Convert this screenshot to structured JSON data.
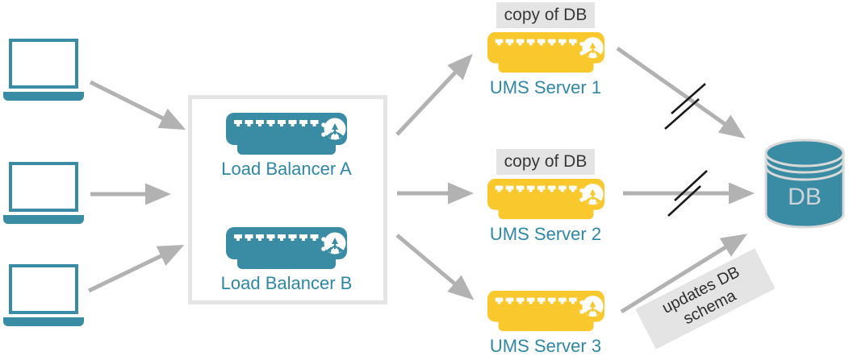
{
  "colors": {
    "teal": "#3a8ba4",
    "teal-text": "#2e87a6",
    "yellow": "#f9c82c",
    "arrow": "#b2b2b2",
    "slash": "#1a1a1a",
    "box-border": "#e5e5e5",
    "badge-bg": "#e4e4e4",
    "badge-text": "#383838",
    "db-stroke": "#d9d9d9",
    "db-text": "#ccd4d8"
  },
  "load_balancer_box": {
    "nodes": [
      {
        "icon": "load-balancer-server-icon",
        "label": "Load Balancer A"
      },
      {
        "icon": "load-balancer-server-icon",
        "label": "Load Balancer B"
      }
    ]
  },
  "ums_servers": [
    {
      "icon": "ums-server-icon",
      "badge": "copy of DB",
      "label": "UMS Server 1"
    },
    {
      "icon": "ums-server-icon",
      "badge": "copy of DB",
      "label": "UMS Server 2"
    },
    {
      "icon": "ums-server-icon",
      "label": "UMS Server 3"
    }
  ],
  "clients": [
    {
      "icon": "laptop-icon"
    },
    {
      "icon": "laptop-icon"
    },
    {
      "icon": "laptop-icon"
    }
  ],
  "database": {
    "icon": "database-cylinder-icon",
    "label": "DB"
  },
  "annotation": {
    "line1": "updates DB",
    "line2": "schema"
  }
}
